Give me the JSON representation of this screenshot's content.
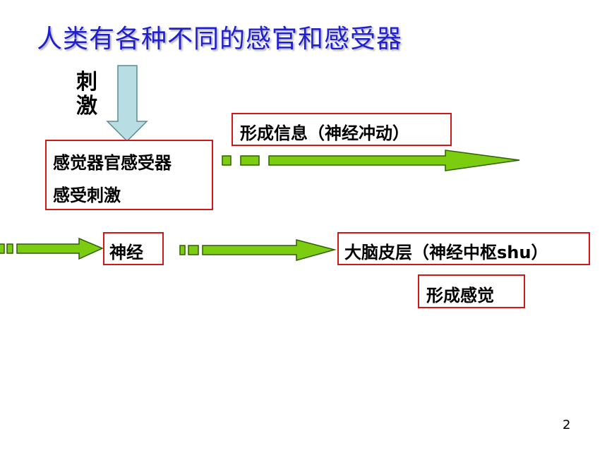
{
  "title": "人类有各种不同的感官和感受器",
  "stimulus_label": "刺激",
  "boxes": {
    "organ_line1": "感觉器官感受器",
    "organ_line2": "感受刺激",
    "signal": "形成信息（神经冲动）",
    "nerve": "神经",
    "cortex": "大脑皮层（神经中枢shu）",
    "sensation": "形成感觉"
  },
  "page_number": "2",
  "colors": {
    "title": "#1f1fd0",
    "box_border": "#d01818",
    "arrow_fill": "#7ccc10",
    "arrow_stroke": "#2f5f00",
    "down_arrow_fill": "#b8dde2"
  }
}
